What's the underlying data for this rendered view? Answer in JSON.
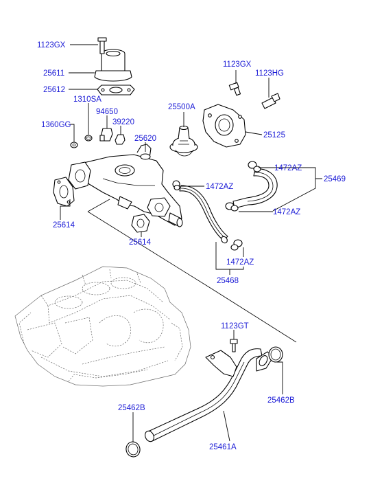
{
  "labels": {
    "p1123gx_top": "1123GX",
    "p25611": "25611",
    "p25612": "25612",
    "p1310sa": "1310SA",
    "p94650": "94650",
    "p1360gg": "1360GG",
    "p39220": "39220",
    "p25620": "25620",
    "p25614_left": "25614",
    "p25614_mid": "25614",
    "p25500a": "25500A",
    "p1123gx_right": "1123GX",
    "p1123hg": "1123HG",
    "p25125": "25125",
    "p1472az_a": "1472AZ",
    "p1472az_b": "1472AZ",
    "p25469": "25469",
    "p1472az_c": "1472AZ",
    "p1472az_d": "1472AZ",
    "p25468": "25468",
    "p1123gt": "1123GT",
    "p25462b_right": "25462B",
    "p25462b_left": "25462B",
    "p25461a": "25461A"
  },
  "colors": {
    "label": "#1a1ad6",
    "line": "#000000",
    "ghost": "#6a6a6a",
    "background": "#ffffff"
  }
}
